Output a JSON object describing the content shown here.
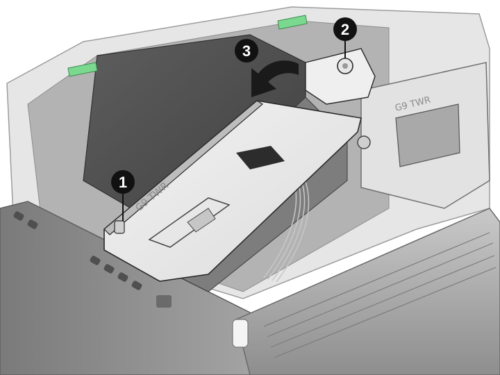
{
  "figure": {
    "callouts": [
      {
        "number": "1",
        "target": "latch-tab"
      },
      {
        "number": "2",
        "target": "thumbscrew"
      },
      {
        "number": "3",
        "target": "rotate-arrow"
      }
    ],
    "stamps": {
      "bracket": "G9 TWR",
      "cage": "G9 TWR"
    },
    "colors": {
      "chassis": "#d7d7d7",
      "chassis_dark": "#9a9a9a",
      "shadow": "#6e6e6e",
      "bracket": "#e9e9e9",
      "outline": "#2a2a2a",
      "green_tab": "#7bd88f",
      "callout_fill": "#111111",
      "arrow_fill": "#1a1a1a"
    }
  }
}
